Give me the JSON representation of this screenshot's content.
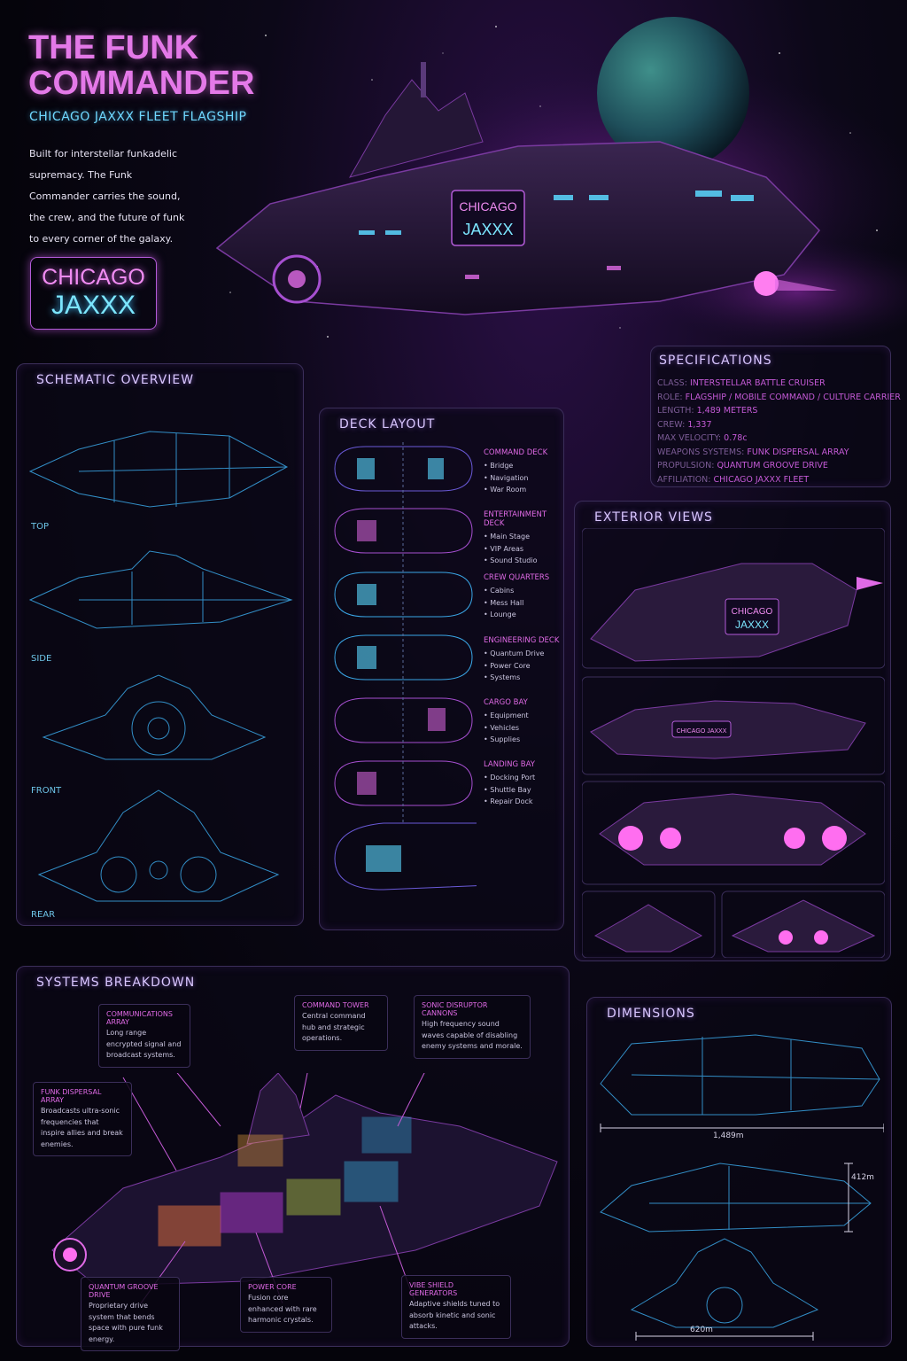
{
  "header": {
    "title_line1": "THE FUNK",
    "title_line2": "COMMANDER",
    "subtitle": "CHICAGO JAXXX FLEET FLAGSHIP",
    "intro": "Built for interstellar funkadelic supremacy. The Funk Commander carries the sound, the crew, and the future of funk to every corner of the galaxy.",
    "logo_top": "CHICAGO",
    "logo_bottom": "JAXXX",
    "hull_sign_top": "CHICAGO",
    "hull_sign_bottom": "JAXXX"
  },
  "specifications": {
    "title": "SPECIFICATIONS",
    "rows": [
      {
        "label": "CLASS:",
        "value": "INTERSTELLAR BATTLE CRUISER"
      },
      {
        "label": "ROLE:",
        "value": "FLAGSHIP / MOBILE COMMAND / CULTURE CARRIER"
      },
      {
        "label": "LENGTH:",
        "value": "1,489 METERS"
      },
      {
        "label": "CREW:",
        "value": "1,337"
      },
      {
        "label": "MAX VELOCITY:",
        "value": "0.78c"
      },
      {
        "label": "WEAPONS SYSTEMS:",
        "value": "FUNK DISPERSAL ARRAY"
      },
      {
        "label": "PROPULSION:",
        "value": "QUANTUM GROOVE DRIVE"
      },
      {
        "label": "AFFILIATION:",
        "value": "CHICAGO JAXXX FLEET"
      }
    ]
  },
  "schematic": {
    "title": "SCHEMATIC OVERVIEW",
    "views": [
      "TOP",
      "SIDE",
      "FRONT",
      "REAR"
    ]
  },
  "deck_layout": {
    "title": "DECK LAYOUT",
    "decks": [
      {
        "name": "COMMAND DECK",
        "items": [
          "Bridge",
          "Navigation",
          "War Room"
        ]
      },
      {
        "name": "ENTERTAINMENT DECK",
        "items": [
          "Main Stage",
          "VIP Areas",
          "Sound Studio"
        ]
      },
      {
        "name": "CREW QUARTERS",
        "items": [
          "Cabins",
          "Mess Hall",
          "Lounge"
        ]
      },
      {
        "name": "ENGINEERING DECK",
        "items": [
          "Quantum Drive",
          "Power Core",
          "Systems"
        ]
      },
      {
        "name": "CARGO BAY",
        "items": [
          "Equipment",
          "Vehicles",
          "Supplies"
        ]
      },
      {
        "name": "LANDING BAY",
        "items": [
          "Docking Port",
          "Shuttle Bay",
          "Repair Dock"
        ]
      }
    ]
  },
  "exterior": {
    "title": "EXTERIOR VIEWS",
    "sign_top": "CHICAGO",
    "sign_bottom": "JAXXX",
    "side_sign": "CHICAGO JAXXX"
  },
  "systems": {
    "title": "SYSTEMS BREAKDOWN",
    "callouts": [
      {
        "head": "COMMUNICATIONS ARRAY",
        "text": "Long range encrypted signal and broadcast systems."
      },
      {
        "head": "COMMAND TOWER",
        "text": "Central command hub and strategic operations."
      },
      {
        "head": "SONIC DISRUPTOR CANNONS",
        "text": "High frequency sound waves capable of disabling enemy systems and morale."
      },
      {
        "head": "FUNK DISPERSAL ARRAY",
        "text": "Broadcasts ultra-sonic frequencies that inspire allies and break enemies."
      },
      {
        "head": "QUANTUM GROOVE DRIVE",
        "text": "Proprietary drive system that bends space with pure funk energy."
      },
      {
        "head": "POWER CORE",
        "text": "Fusion core enhanced with rare harmonic crystals."
      },
      {
        "head": "VIBE SHIELD GENERATORS",
        "text": "Adaptive shields tuned to absorb kinetic and sonic attacks."
      }
    ]
  },
  "dimensions": {
    "title": "DIMENSIONS",
    "length": "1,489m",
    "height": "412m",
    "width": "620m"
  },
  "colors": {
    "accent_magenta": "#e06ae6",
    "accent_cyan": "#6fd8ff",
    "blueprint": "#3aa6e6",
    "panel_border": "#3b2e5a"
  }
}
